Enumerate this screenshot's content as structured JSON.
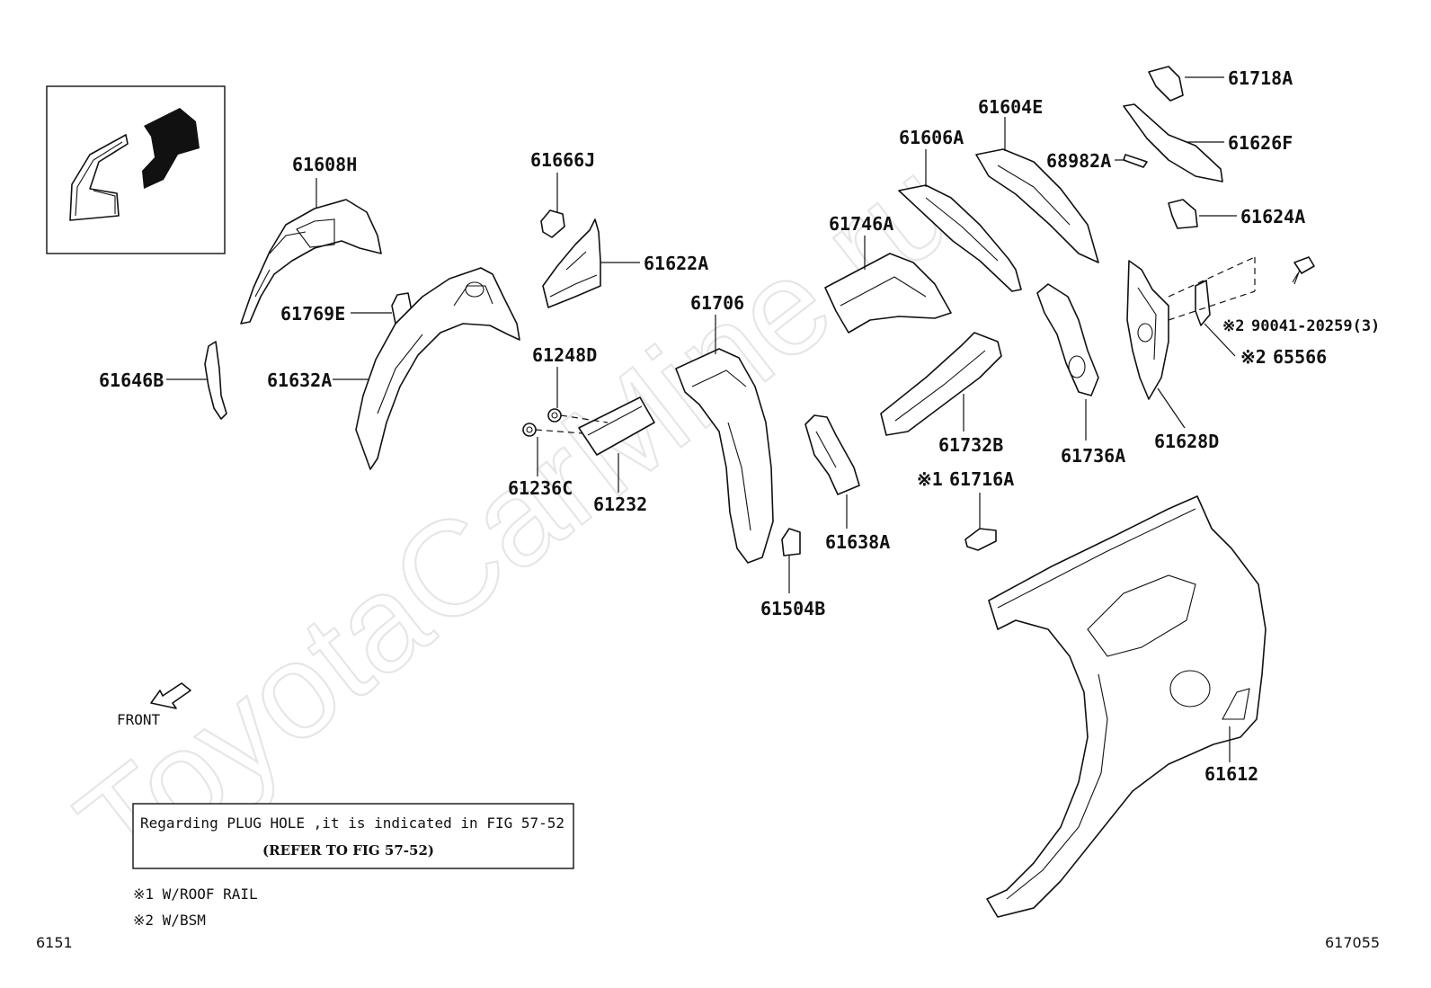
{
  "watermark": "ToyotaCarMine.ru",
  "parts": {
    "p61608H": "61608H",
    "p61769E": "61769E",
    "p61646B": "61646B",
    "p61632A": "61632A",
    "p61666J": "61666J",
    "p61622A": "61622A",
    "p61248D": "61248D",
    "p61236C": "61236C",
    "p61232": "61232",
    "p61706": "61706",
    "p61504B": "61504B",
    "p61638A": "61638A",
    "p61746A": "61746A",
    "p61606A": "61606A",
    "p61604E": "61604E",
    "p61732B": "61732B",
    "p61716A": "61716A",
    "p61736A": "61736A",
    "p61718A": "61718A",
    "p68982A": "68982A",
    "p61626F": "61626F",
    "p61624A": "61624A",
    "p61628D": "61628D",
    "p90041": "90041-20259(3)",
    "p65566": "65566",
    "p61612": "61612"
  },
  "marks": {
    "m61716A": "※1",
    "m90041": "※2",
    "m65566": "※2"
  },
  "front_label": "FRONT",
  "notebox": {
    "line1": "Regarding PLUG HOLE ,it is indicated in FIG 57-52",
    "line2": "(REFER TO FIG 57-52)"
  },
  "legend": {
    "note1": "※1 W/ROOF RAIL",
    "note2": "※2 W/BSM"
  },
  "page_left": "6151",
  "page_right": "617055",
  "icons": {
    "front_arrow": "front-arrow-icon",
    "locator": "vehicle-body-locator-icon"
  }
}
